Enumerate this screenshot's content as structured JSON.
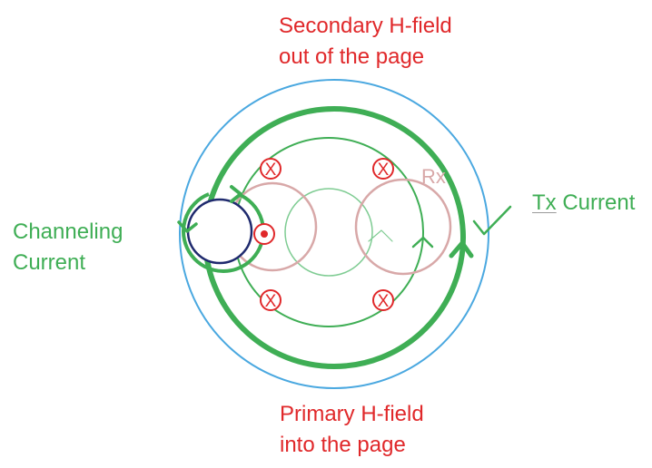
{
  "labels": {
    "secondary_line1": "Secondary H-field",
    "secondary_line2": "out of the page",
    "primary_line1": "Primary H-field",
    "primary_line2": "into the page",
    "channeling_line1": "Channeling",
    "channeling_line2": "Current",
    "tx_word": "Tx",
    "tx_rest": " Current",
    "rx": "Rx",
    "into_marker": "X"
  },
  "colors": {
    "red_text": "#e0282a",
    "green": "#3fae55",
    "blue": "#4aa8e0",
    "dark_blue": "#1f2a6e",
    "rx_pink": "#d8a8a8",
    "light_green": "#7fcc93"
  }
}
